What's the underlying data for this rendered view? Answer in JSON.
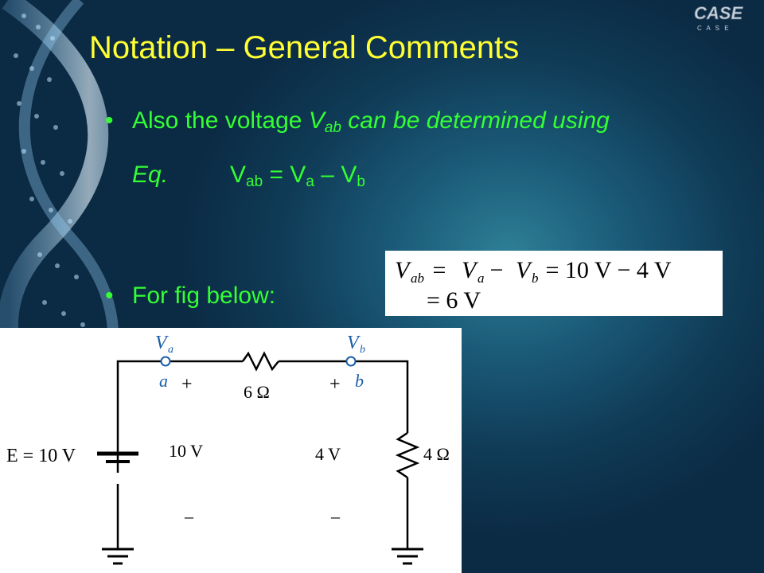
{
  "slide": {
    "title": "Notation – General Comments",
    "bullets": [
      {
        "lead": "Also the voltage ",
        "var_main": "V",
        "var_sub": "ab",
        "tail": " can be determined using",
        "line2_eq": "Eq.",
        "line2_formula": {
          "v1": "V",
          "s1": "ab",
          "eq": " = V",
          "s2": "a",
          "minus": " – V",
          "s3": "b"
        }
      },
      {
        "text": "For fig below:"
      }
    ]
  },
  "logo": {
    "line1": "CASE",
    "line2": "C  A  S  E"
  },
  "equation_box": {
    "line1": {
      "lhs_v": "V",
      "lhs_s": "ab",
      "mid1": " = ",
      "a_v": "V",
      "a_s": "a",
      "op": " − ",
      "b_v": "V",
      "b_s": "b",
      "rhs": " = 10 V − 4 V"
    },
    "line2": "= 6 V"
  },
  "circuit": {
    "node_a_label": "V",
    "node_a_sub": "a",
    "node_b_label": "V",
    "node_b_sub": "b",
    "node_a_letter": "a",
    "node_b_letter": "b",
    "plus_a": "+",
    "plus_b": "+",
    "resistor_top": "6 Ω",
    "source_label": "E = 10 V",
    "voltage_a": "10 V",
    "voltage_b": "4 V",
    "resistor_right": "4 Ω",
    "minus_a": "–",
    "minus_b": "–",
    "colors": {
      "wire": "#000000",
      "node_label": "#1a5fa8"
    }
  }
}
